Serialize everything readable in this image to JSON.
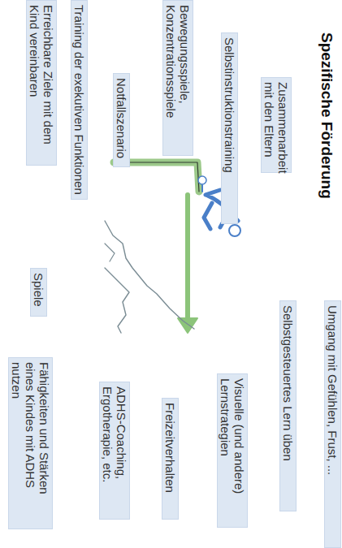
{
  "diagram": {
    "title": "Spezifische Förderung",
    "nodes": [
      {
        "text": [
          "Zusammenarbeit mit den Eltern"
        ]
      },
      {
        "text": [
          "Selbstinstruktionstraining"
        ]
      },
      {
        "text": [
          "Bewegungsspiele, Konzentrationsspiele"
        ]
      },
      {
        "text": [
          "Notfallszenario"
        ]
      },
      {
        "text": [
          "Training der exekutiven Funktionen"
        ]
      },
      {
        "text": [
          "Erreichbare Ziele mit dem Kind vereinbaren"
        ]
      },
      {
        "text": [
          "Spiele"
        ]
      },
      {
        "text": [
          "Umgang mit Gefühlen, Frust, ..."
        ]
      },
      {
        "text": [
          "Selbstgesteuertes Lern üben"
        ]
      },
      {
        "text": [
          "Visuelle (und andere) Lernstrategien"
        ]
      },
      {
        "text": [
          "Freizeitverhalten"
        ]
      },
      {
        "text": [
          "ADHS-Coaching, Ergotherapie, etc."
        ]
      },
      {
        "text": [
          "Fähigkeiten und Stärken eines Kindes mit ADHS nutzen"
        ]
      }
    ]
  }
}
